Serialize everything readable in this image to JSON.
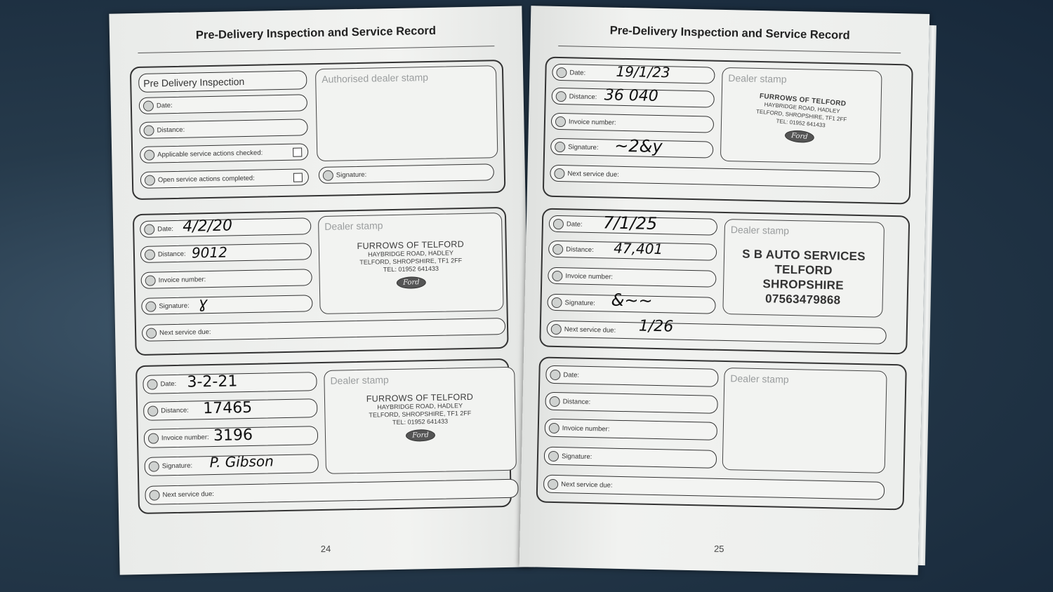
{
  "left_page": {
    "title": "Pre-Delivery Inspection and Service Record",
    "page_number": "24",
    "pdi": {
      "heading": "Pre Delivery Inspection",
      "date_label": "Date:",
      "distance_label": "Distance:",
      "service_actions_label": "Applicable service actions checked:",
      "open_actions_label": "Open service actions completed:",
      "stamp_label": "Authorised dealer stamp",
      "signature_label": "Signature:"
    },
    "records": [
      {
        "date_label": "Date:",
        "date": "4/2/20",
        "distance_label": "Distance:",
        "distance": "9012",
        "invoice_label": "Invoice number:",
        "invoice": "",
        "signature_label": "Signature:",
        "signature": "ɣ",
        "next_label": "Next service due:",
        "next": "",
        "stamp_label": "Dealer stamp",
        "stamp_name": "FURROWS OF TELFORD",
        "stamp_line1": "HAYBRIDGE ROAD, HADLEY",
        "stamp_line2": "TELFORD, SHROPSHIRE, TF1 2FF",
        "stamp_line3": "TEL: 01952 641433",
        "stamp_logo": "Ford"
      },
      {
        "date_label": "Date:",
        "date": "3-2-21",
        "distance_label": "Distance:",
        "distance": "17465",
        "invoice_label": "Invoice number:",
        "invoice": "3196",
        "signature_label": "Signature:",
        "signature": "P. Gibson",
        "next_label": "Next service due:",
        "next": "",
        "stamp_label": "Dealer stamp",
        "stamp_name": "FURROWS OF TELFORD",
        "stamp_line1": "HAYBRIDGE ROAD, HADLEY",
        "stamp_line2": "TELFORD, SHROPSHIRE, TF1 2FF",
        "stamp_line3": "TEL: 01952 641433",
        "stamp_logo": "Ford"
      }
    ]
  },
  "right_page": {
    "title": "Pre-Delivery Inspection and Service Record",
    "page_number": "25",
    "records": [
      {
        "date_label": "Date:",
        "date": "19/1/23",
        "distance_label": "Distance:",
        "distance": "36 040",
        "invoice_label": "Invoice number:",
        "invoice": "",
        "signature_label": "Signature:",
        "signature": "~2&y",
        "next_label": "Next service due:",
        "next": "",
        "stamp_label": "Dealer stamp",
        "stamp_name": "FURROWS OF TELFORD",
        "stamp_line1": "HAYBRIDGE ROAD, HADLEY",
        "stamp_line2": "TELFORD, SHROPSHIRE, TF1 2FF",
        "stamp_line3": "TEL: 01952 641433",
        "stamp_logo": "Ford"
      },
      {
        "date_label": "Date:",
        "date": "7/1/25",
        "distance_label": "Distance:",
        "distance": "47,401",
        "invoice_label": "Invoice number:",
        "invoice": "",
        "signature_label": "Signature:",
        "signature": "&~~",
        "next_label": "Next service due:",
        "next": "1/26",
        "stamp_label": "Dealer stamp",
        "stamp_name1": "S B AUTO SERVICES",
        "stamp_name2": "TELFORD",
        "stamp_name3": "SHROPSHIRE",
        "stamp_name4": "07563479868"
      },
      {
        "date_label": "Date:",
        "distance_label": "Distance:",
        "invoice_label": "Invoice number:",
        "signature_label": "Signature:",
        "next_label": "Next service due:",
        "stamp_label": "Dealer stamp"
      }
    ]
  }
}
